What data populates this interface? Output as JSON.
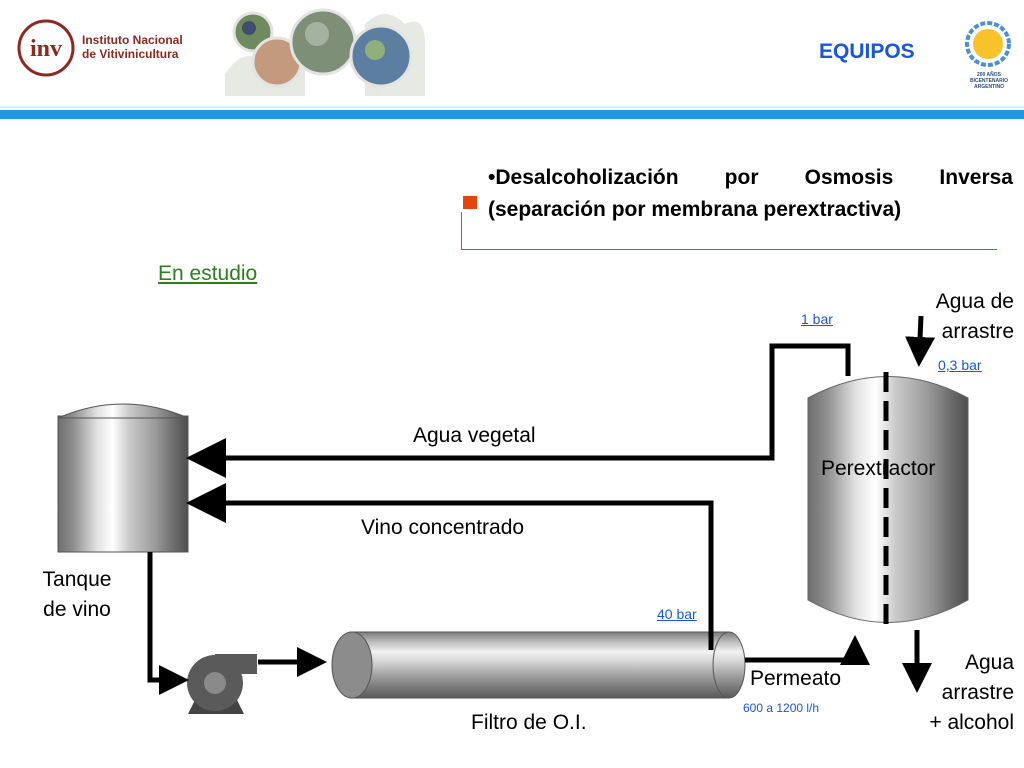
{
  "header": {
    "institution_line1": "Instituto Nacional",
    "institution_line2": "de Vitivinicultura",
    "logo_letters": "inv",
    "title": "EQUIPOS",
    "bicentenario_line1": "200 AÑOS",
    "bicentenario_line2": "BICENTENARIO",
    "bicentenario_line3": "ARGENTINO"
  },
  "bullet": {
    "line1": "•Desalcoholización por Osmosis Inversa",
    "line2": "(separación por membrana perextractiva)"
  },
  "status_link": "En estudio",
  "diagram": {
    "tank_label_line1": "Tanque",
    "tank_label_line2": "de vino",
    "filter_label": "Filtro de O.I.",
    "perextractor_label": "Perextractor",
    "agua_vegetal": "Agua vegetal",
    "vino_concentrado": "Vino concentrado",
    "permeato": "Permeato",
    "flow_rate": "600 a 1200 l/h",
    "pressure_top": "1 bar",
    "pressure_filter": "40 bar",
    "pressure_inlet": "0,3 bar",
    "agua_arrastre_in_line1": "Agua de",
    "agua_arrastre_in_line2": "arrastre",
    "agua_arrastre_out_line1": "Agua",
    "agua_arrastre_out_line2": "arrastre",
    "agua_arrastre_out_line3": "+ alcohol"
  },
  "colors": {
    "title_blue": "#1a57d6",
    "brand_red": "#8c2a22",
    "accent_orange": "#e2450f",
    "stripe_blue": "#1e9be0",
    "status_green": "#2e7d1f"
  }
}
